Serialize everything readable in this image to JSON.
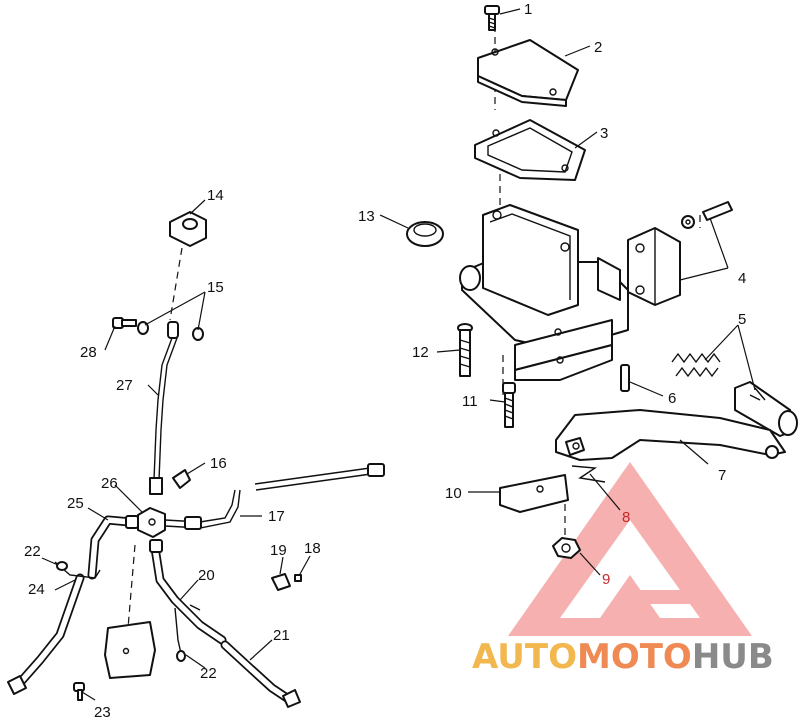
{
  "callouts": [
    "1",
    "2",
    "3",
    "4",
    "5",
    "6",
    "7",
    "8",
    "9",
    "10",
    "11",
    "12",
    "13",
    "14",
    "15",
    "16",
    "17",
    "18",
    "19",
    "20",
    "21",
    "22",
    "22",
    "23",
    "24",
    "25",
    "26",
    "27",
    "28"
  ],
  "watermark": {
    "part1": "AUTO",
    "part2": "MOTO",
    "part3": "HUB",
    "colors": {
      "part1": "#f2b84f",
      "part2": "#ef8a55",
      "part3": "#8a8a8a",
      "logo": "#f07070"
    }
  }
}
